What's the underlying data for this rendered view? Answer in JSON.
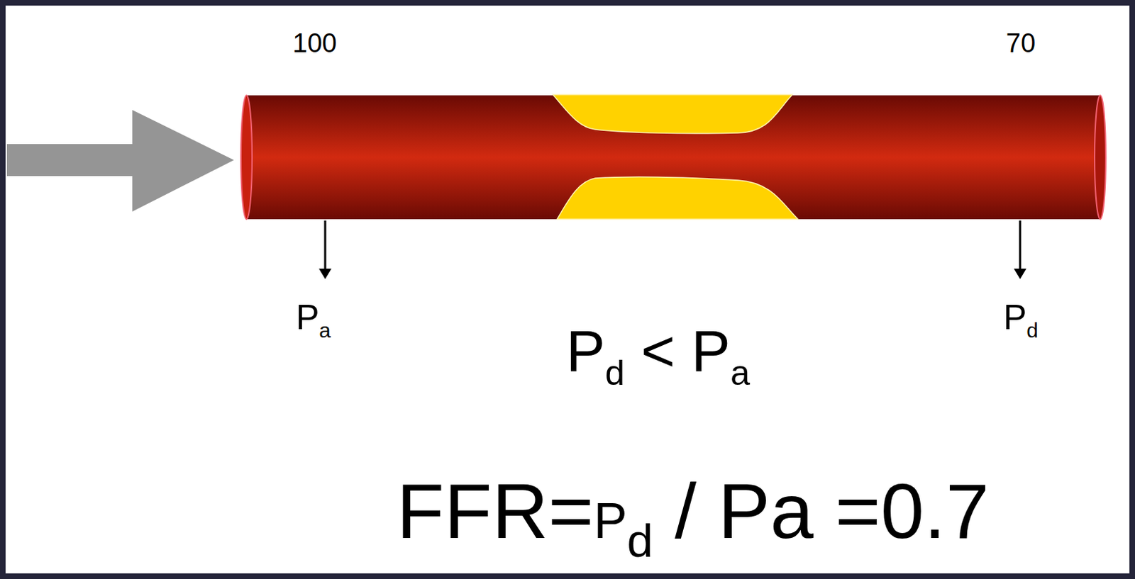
{
  "diagram": {
    "labels": [
      "100",
      "70",
      "Pa",
      "Pd",
      "Pd < Pa",
      "FFR=Pd / Pa =0.7"
    ]
  }
}
